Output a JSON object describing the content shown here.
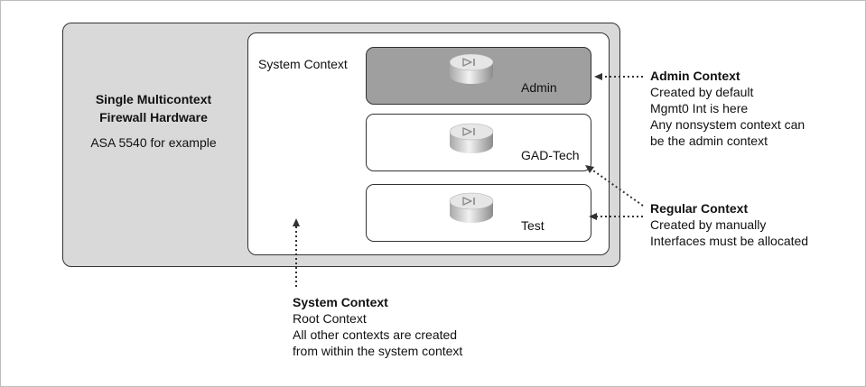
{
  "hardware": {
    "title_line1": "Single Multicontext",
    "title_line2": "Firewall Hardware",
    "example": "ASA 5540 for example"
  },
  "system_box": {
    "label": "System Context"
  },
  "contexts": [
    {
      "label": "Admin"
    },
    {
      "label": "GAD-Tech"
    },
    {
      "label": "Test"
    }
  ],
  "annotations": {
    "admin": {
      "title": "Admin Context",
      "lines": [
        "Created by default",
        "Mgmt0 Int is here",
        "Any nonsystem context can",
        "be the admin context"
      ]
    },
    "regular": {
      "title": "Regular Context",
      "lines": [
        "Created by manually",
        "Interfaces must be allocated"
      ]
    },
    "system": {
      "title": "System Context",
      "lines": [
        "Root Context",
        "All other contexts are created",
        "from within the system context"
      ]
    }
  },
  "icons": {
    "firewall": "firewall-cylinder-icon"
  },
  "colors": {
    "hardware_fill": "#d9d9d9",
    "admin_fill": "#9f9f9f",
    "line": "#333333"
  }
}
